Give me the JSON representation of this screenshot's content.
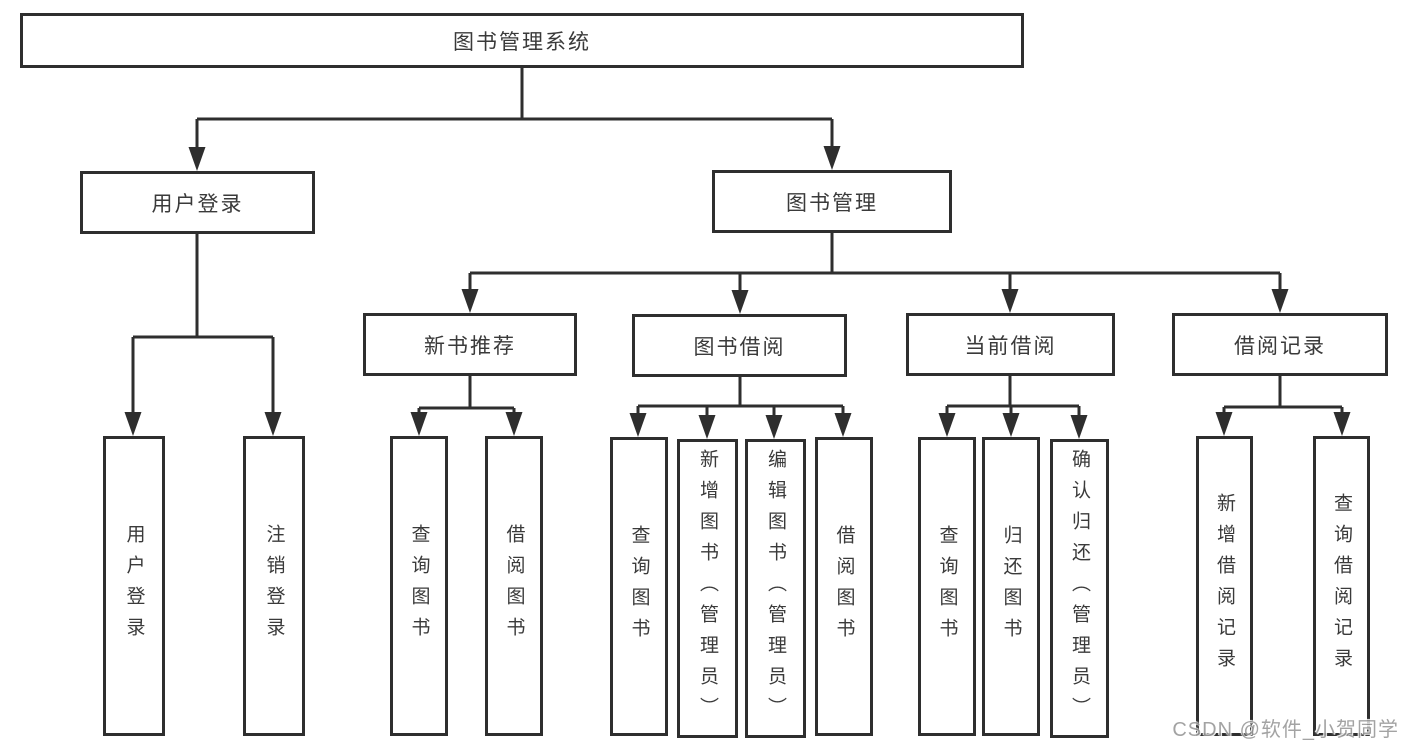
{
  "diagram_title": "图书管理系统",
  "tree": {
    "label": "图书管理系统",
    "children": [
      {
        "label": "用户登录",
        "children": [
          {
            "label": "用户登录"
          },
          {
            "label": "注销登录"
          }
        ]
      },
      {
        "label": "图书管理",
        "children": [
          {
            "label": "新书推荐",
            "children": [
              {
                "label": "查询图书"
              },
              {
                "label": "借阅图书"
              }
            ]
          },
          {
            "label": "图书借阅",
            "children": [
              {
                "label": "查询图书"
              },
              {
                "label": "新增图书（管理员）"
              },
              {
                "label": "编辑图书（管理员）"
              },
              {
                "label": "借阅图书"
              }
            ]
          },
          {
            "label": "当前借阅",
            "children": [
              {
                "label": "查询图书"
              },
              {
                "label": "归还图书"
              },
              {
                "label": "确认归还（管理员）"
              }
            ]
          },
          {
            "label": "借阅记录",
            "children": [
              {
                "label": "新增借阅记录"
              },
              {
                "label": "查询借阅记录"
              }
            ]
          }
        ]
      }
    ]
  },
  "watermark": {
    "text": "CSDN @软件_小贺同学"
  },
  "colors": {
    "line": "#2e2e2e",
    "text": "#3a3a3a",
    "background": "#ffffff",
    "watermark": "#9a9a9a"
  }
}
